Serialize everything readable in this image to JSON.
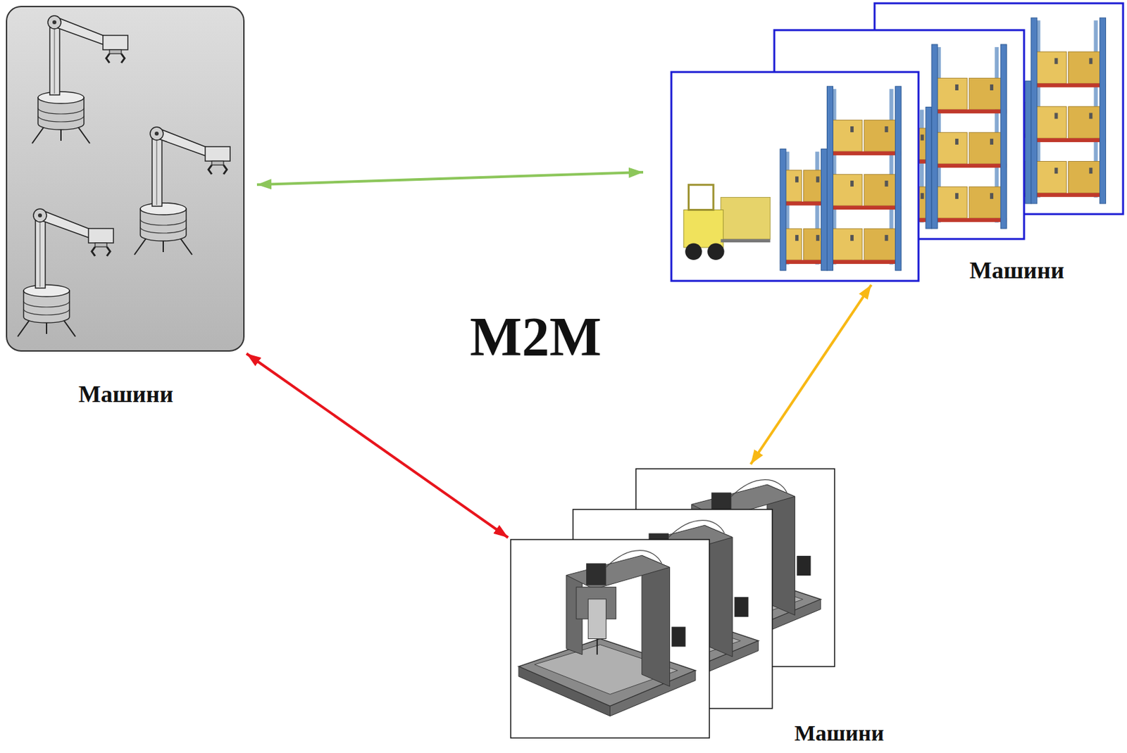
{
  "diagram": {
    "nodes": [
      {
        "text": [
          "Машини"
        ]
      },
      {
        "text": [
          "Машини"
        ]
      },
      {
        "text": [
          "Машини"
        ]
      }
    ],
    "edges": [
      {
        "from": 0,
        "to": 1,
        "arrow": "both"
      },
      {
        "from": 0,
        "to": 2,
        "arrow": "both"
      },
      {
        "from": 1,
        "to": 2,
        "arrow": "both"
      }
    ],
    "labels": [
      "M2M"
    ]
  }
}
